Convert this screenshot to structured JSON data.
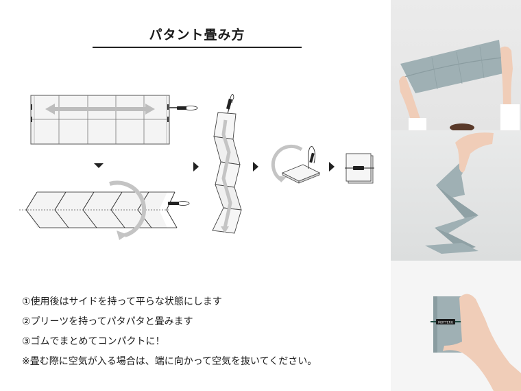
{
  "header": {
    "title": "パタント畳み方"
  },
  "diagram": {
    "arrow_color": "#bdbdbd",
    "line_color": "#555555",
    "panel_fill": "#f4f4f4",
    "strap_label": ""
  },
  "steps": [
    {
      "label": "①使用後はサイドを持って平らな状態にします"
    },
    {
      "label": "②プリーツを持ってパタパタと畳みます"
    },
    {
      "label": "③ゴムでまとめてコンパクトに！"
    },
    {
      "label": "※畳む際に空気が入る場合は、端に向かって空気を抜いてください。"
    }
  ],
  "photos": [
    {
      "alt": "hands holding unfolded bag flat"
    },
    {
      "alt": "hand folding bag in zigzag pleats"
    },
    {
      "alt": "hand holding compact folded bag with band"
    }
  ],
  "band_label": "MOTTERU",
  "colors": {
    "fabric": "#9fb0b4",
    "fabric_dark": "#8a9ca0",
    "skin": "#f0cdb8",
    "band": "#1e4a40"
  }
}
